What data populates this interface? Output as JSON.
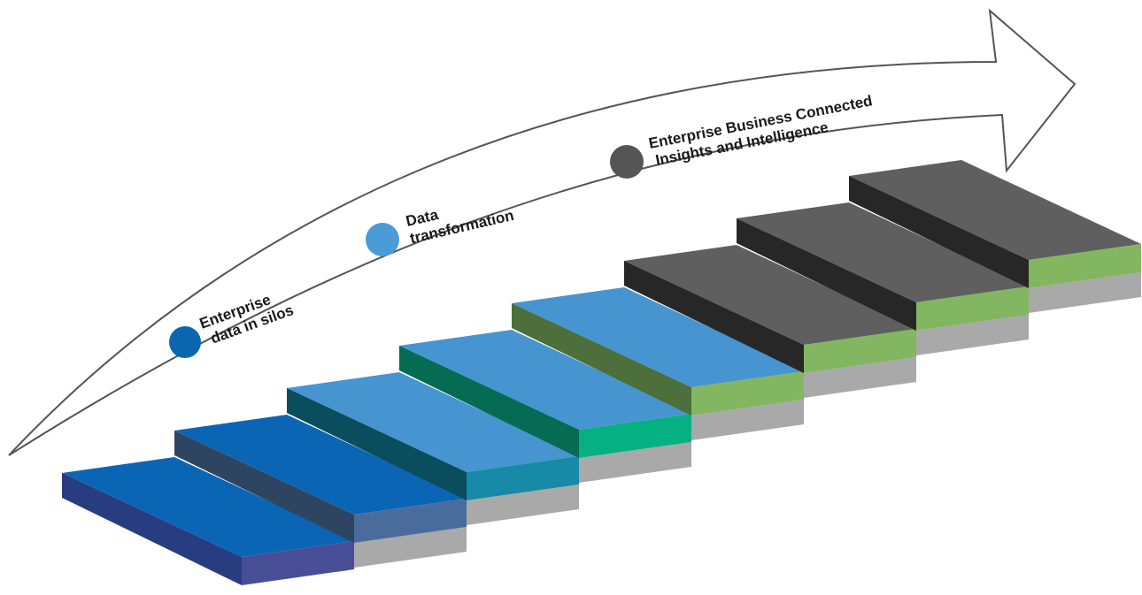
{
  "diagram": {
    "arrow": {
      "stroke": "#555555",
      "fill": "#ffffff"
    },
    "milestones": [
      {
        "lines": [
          "Enterprise",
          "data in silos"
        ],
        "dot_color": "#0b66b1"
      },
      {
        "lines": [
          "Data",
          "transformation"
        ],
        "dot_color": "#4a9bd8"
      },
      {
        "lines": [
          "Enterprise Business Connected",
          "Insights and Intelligence"
        ],
        "dot_color": "#555555"
      }
    ],
    "steps": [
      {
        "top": "#0a66b4",
        "side": "#283c80",
        "front": "#474e96",
        "base": "#ffffff"
      },
      {
        "top": "#0a66b4",
        "side": "#2e4561",
        "front": "#4a6c9d",
        "base": "#a9a9a9"
      },
      {
        "top": "#4695d0",
        "side": "#0a4d5c",
        "front": "#168aa6",
        "base": "#a9a9a9"
      },
      {
        "top": "#4695d0",
        "side": "#066b53",
        "front": "#05b183",
        "base": "#a9a9a9"
      },
      {
        "top": "#4695d0",
        "side": "#4c6f3b",
        "front": "#82b661",
        "base": "#a9a9a9"
      },
      {
        "top": "#5f5f5f",
        "side": "#272727",
        "front": "#82b661",
        "base": "#a9a9a9"
      },
      {
        "top": "#5f5f5f",
        "side": "#272727",
        "front": "#82b661",
        "base": "#a9a9a9"
      },
      {
        "top": "#5f5f5f",
        "side": "#272727",
        "front": "#82b661",
        "base": "#a9a9a9"
      }
    ]
  }
}
